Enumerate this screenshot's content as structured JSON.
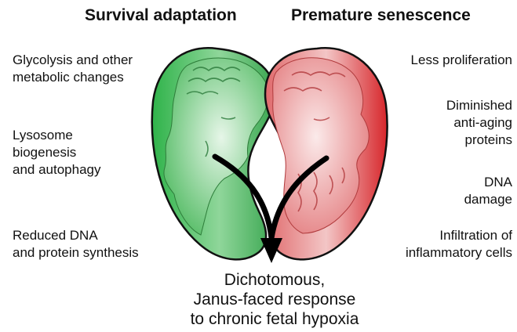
{
  "headings": {
    "left": "Survival adaptation",
    "right": "Premature senescence"
  },
  "left_labels": [
    [
      "Glycolysis and other",
      "metabolic changes"
    ],
    [
      "Lysosome",
      "biogenesis",
      "and autophagy"
    ],
    [
      "Reduced DNA",
      "and protein synthesis"
    ]
  ],
  "right_labels": [
    [
      "Less proliferation"
    ],
    [
      "Diminished",
      "anti-aging",
      "proteins"
    ],
    [
      "DNA",
      "damage"
    ],
    [
      "Infiltration of",
      "inflammatory cells"
    ]
  ],
  "caption": [
    "Dichotomous,",
    "Janus-faced response",
    "to chronic fetal hypoxia"
  ],
  "colors": {
    "left_kidney": "#2fb34a",
    "right_kidney": "#d7262b",
    "arrow": "#000000"
  },
  "icons": {
    "left_figure": "classical-bust-profile-young",
    "right_figure": "classical-bust-profile-bearded",
    "arrow": "converging-arrows-icon"
  }
}
